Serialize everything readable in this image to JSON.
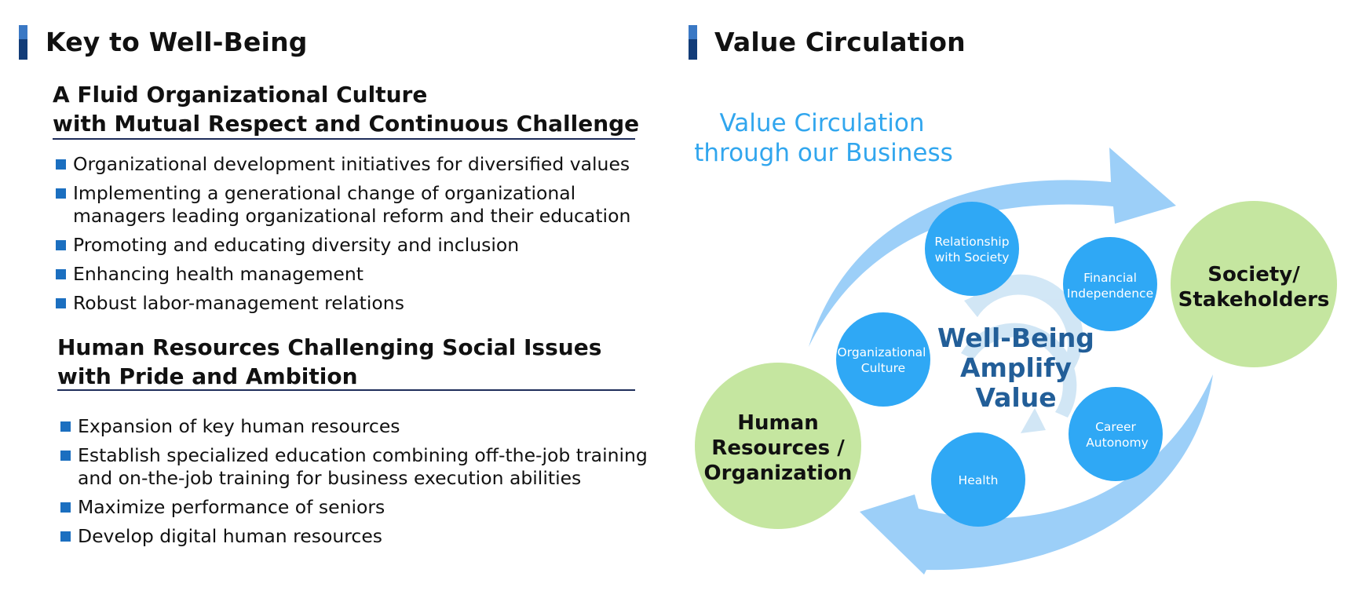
{
  "left": {
    "title": "Key to Well-Being",
    "sections": [
      {
        "heading": [
          "A Fluid Organizational Culture",
          "with Mutual Respect and Continuous Challenge"
        ],
        "items": [
          [
            "Organizational development initiatives for diversified values"
          ],
          [
            "Implementing a generational change of organizational",
            "managers leading organizational reform and their education"
          ],
          [
            "Promoting and educating diversity and inclusion"
          ],
          [
            "Enhancing health management"
          ],
          [
            "Robust labor-management relations"
          ]
        ]
      },
      {
        "heading": [
          "Human Resources Challenging Social Issues",
          "with Pride and Ambition"
        ],
        "items": [
          [
            "Expansion of key human resources"
          ],
          [
            "Establish specialized education combining off-the-job training",
            "and on-the-job training for business execution abilities"
          ],
          [
            "Maximize performance of seniors"
          ],
          [
            "Develop digital human resources"
          ]
        ]
      }
    ]
  },
  "right": {
    "title": "Value Circulation",
    "caption": [
      "Value Circulation",
      "through our Business"
    ],
    "nodes": {
      "society": [
        "Society/",
        "Stakeholders"
      ],
      "human": [
        "Human",
        "Resources /",
        "Organization"
      ]
    },
    "center": [
      "Well-Being",
      "Amplify",
      "Value"
    ],
    "factors": {
      "relationship": [
        "Relationship",
        "with Society"
      ],
      "financial": [
        "Financial",
        "Independence"
      ],
      "culture": [
        "Organizational",
        "Culture"
      ],
      "career": [
        "Career",
        "Autonomy"
      ],
      "health": [
        "Health"
      ]
    }
  },
  "colors": {
    "accent_dark": "#123c78",
    "accent_light": "#3a78c4",
    "bullet": "#1b6fc0",
    "arrow": "#9ccff8",
    "circle_blue": "#2fa8f5",
    "circle_green": "#c5e6a0",
    "caption": "#31a6ee",
    "center_text": "#225e98"
  }
}
